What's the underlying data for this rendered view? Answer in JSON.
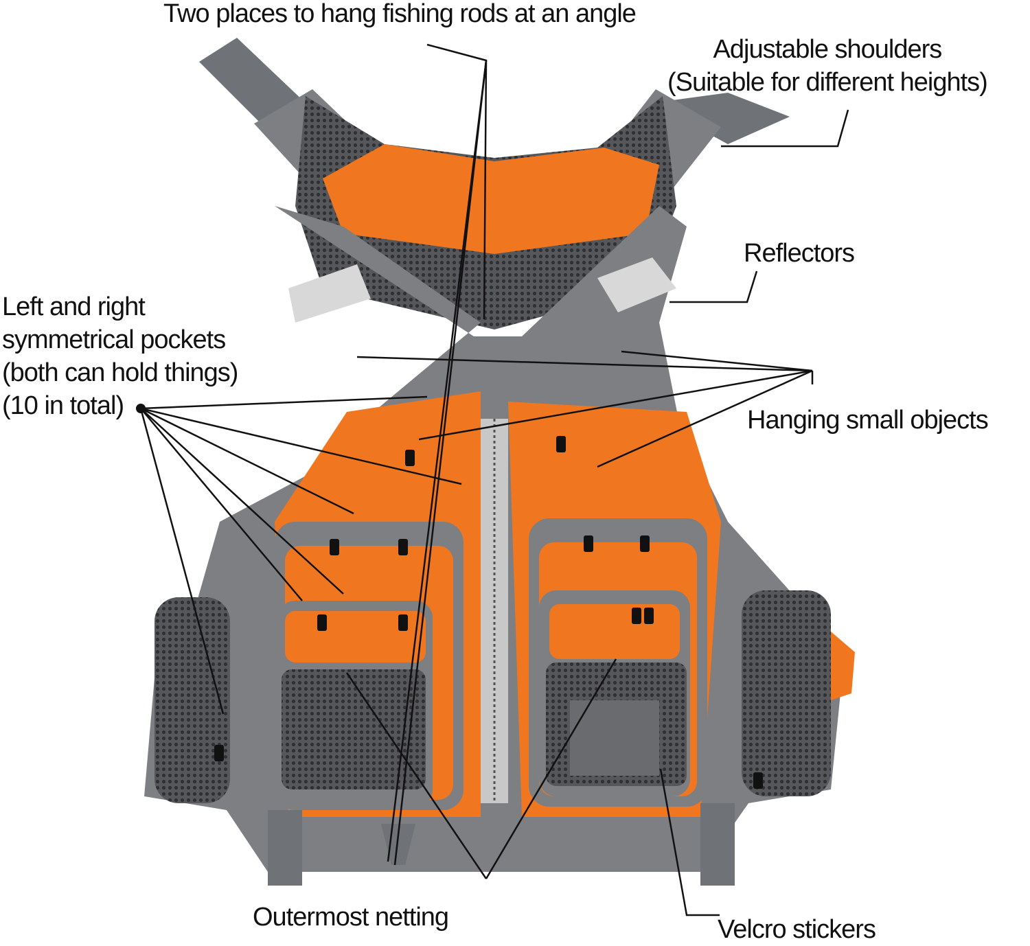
{
  "labels": {
    "rods": "Two places to hang fishing rods at an angle",
    "shoulders": [
      "Adjustable shoulders",
      "(Suitable for different heights)"
    ],
    "reflectors": "Reflectors",
    "pockets": [
      "Left and right",
      "symmetrical pockets",
      "(both can hold things)",
      "(10 in total)"
    ],
    "hanging": "Hanging small objects",
    "netting": "Outermost netting",
    "velcro": "Velcro stickers"
  },
  "colors": {
    "orange": "#f0771f",
    "gray": "#7d7f82",
    "dark_gray": "#5d6064",
    "mesh": "#4a4b4e",
    "reflector": "#d8d8d8",
    "line": "#111111"
  }
}
